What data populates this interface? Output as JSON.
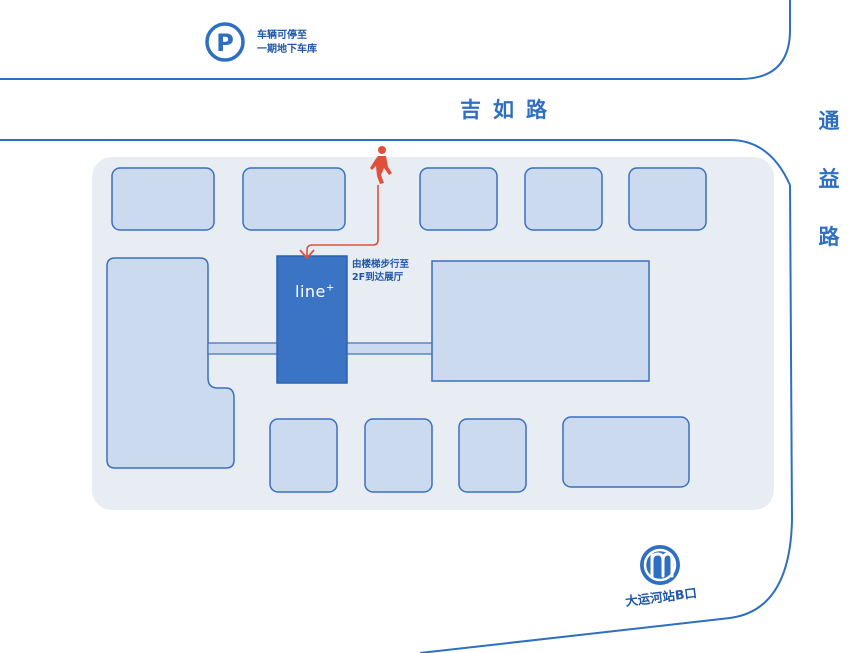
{
  "roads": {
    "horizontal": "吉如路",
    "vertical": [
      "通",
      "益",
      "路"
    ]
  },
  "parking": {
    "icon_letter": "P",
    "line1": "车辆可停至",
    "line2": "一期地下车库"
  },
  "route": {
    "line1": "由楼梯步行至",
    "line2": "2F到达展厅"
  },
  "venue": {
    "brand": "line",
    "brand_mark": "+"
  },
  "metro": {
    "label": "大运河站B口"
  },
  "colors": {
    "road_line": "#2e6fc1",
    "block_fill": "#e8edf4",
    "building_fill": "#ccdaef",
    "building_stroke": "#3b6fc0",
    "venue_fill": "#3b74c4",
    "route": "#e0503c",
    "text": "#1f56a8"
  }
}
